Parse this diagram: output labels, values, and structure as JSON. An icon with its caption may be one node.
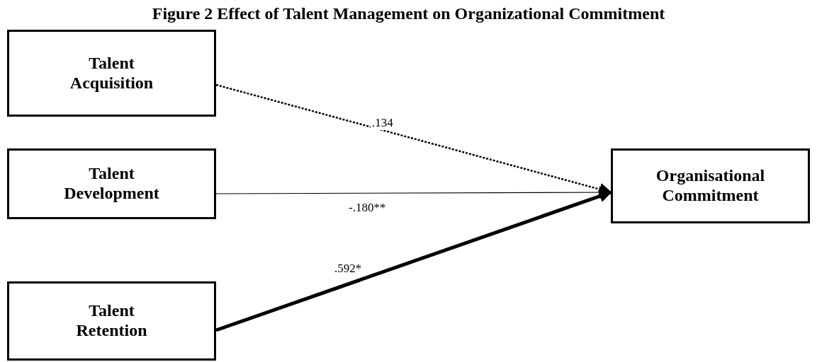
{
  "diagram": {
    "title": "Figure 2 Effect of Talent Management on Organizational Commitment",
    "nodes": [
      {
        "text": [
          "Talent Acquisition"
        ]
      },
      {
        "text": [
          "Talent Development"
        ]
      },
      {
        "text": [
          "Talent Retention"
        ]
      },
      {
        "text": [
          "Organisational Commitment"
        ]
      }
    ],
    "edges": [
      {
        "from": 0,
        "to": 3,
        "arrow": "to",
        "label": ".134",
        "style": "dashed"
      },
      {
        "from": 1,
        "to": 3,
        "arrow": "to",
        "label": "-.180**"
      },
      {
        "from": 2,
        "to": 3,
        "arrow": "to",
        "label": ".592*",
        "style": "thick"
      }
    ]
  }
}
